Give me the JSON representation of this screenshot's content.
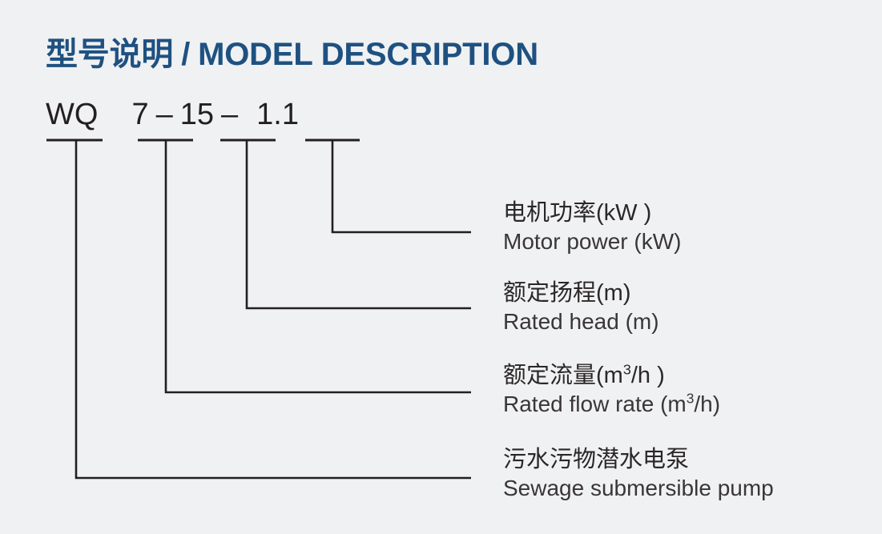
{
  "page": {
    "background_color": "#f0f1f2",
    "accent_color": "#1e5181",
    "text_color": "#231f20",
    "line_color": "#231f20"
  },
  "heading": {
    "chinese": "型号说明",
    "separator": "/",
    "english": "MODEL DESCRIPTION"
  },
  "model": {
    "full": "WQ 7 - 15 - 1.1",
    "segments": [
      {
        "key": "series",
        "text": "WQ"
      },
      {
        "key": "flow",
        "text": "7"
      },
      {
        "key": "dash1",
        "text": "–"
      },
      {
        "key": "head",
        "text": "15"
      },
      {
        "key": "dash2",
        "text": "–"
      },
      {
        "key": "power",
        "text": "1.1"
      }
    ]
  },
  "callouts": [
    {
      "key": "motor-power",
      "cn_prefix": "电机功率(kW ",
      "cn_sup": "",
      "cn_suffix": ")",
      "cn_full": "电机功率(kW )",
      "en_prefix": "Motor power (kW)",
      "en_sup": "",
      "en_suffix": "",
      "en_full": "Motor power (kW)",
      "source_segment": "power"
    },
    {
      "key": "rated-head",
      "cn_prefix": "额定扬程(m)",
      "cn_sup": "",
      "cn_suffix": "",
      "cn_full": "额定扬程(m)",
      "en_prefix": "Rated head (m)",
      "en_sup": "",
      "en_suffix": "",
      "en_full": "Rated head (m)",
      "source_segment": "head"
    },
    {
      "key": "rated-flow",
      "cn_prefix": "额定流量(m",
      "cn_sup": "3",
      "cn_suffix": "/h )",
      "cn_full": "额定流量(m3/h )",
      "en_prefix": "Rated flow rate (m",
      "en_sup": "3",
      "en_suffix": "/h)",
      "en_full": "Rated flow rate (m3/h)",
      "source_segment": "flow"
    },
    {
      "key": "sewage-pump",
      "cn_prefix": "污水污物潜水电泵",
      "cn_sup": "",
      "cn_suffix": "",
      "cn_full": "污水污物潜水电泵",
      "en_prefix": "Sewage submersible pump",
      "en_sup": "",
      "en_suffix": "",
      "en_full": "Sewage submersible pump",
      "source_segment": "series"
    }
  ]
}
